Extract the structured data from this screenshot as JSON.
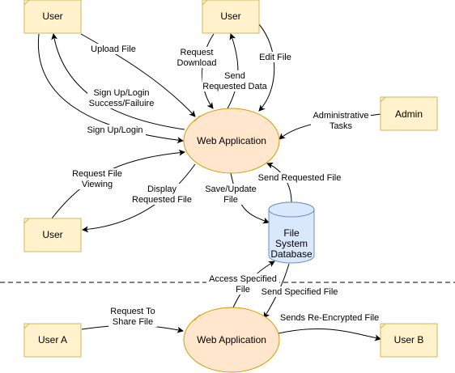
{
  "nodes": {
    "user_top_left": "User",
    "user_top_mid": "User",
    "user_bottom_left": "User",
    "admin": "Admin",
    "web_app_main": "Web Application",
    "db": [
      "File",
      "System",
      "Database"
    ],
    "user_a": "User A",
    "user_b": "User B",
    "web_app_share": "Web Application"
  },
  "edges": {
    "upload_file": [
      "Upload File"
    ],
    "signup_result": [
      "Sign Up/Login",
      "Success/Failuire"
    ],
    "signup_login": [
      "Sign Up/Login"
    ],
    "request_download": [
      "Request",
      "Download"
    ],
    "send_requested_data": [
      "Send",
      "Requested Data"
    ],
    "edit_file": [
      "Edit File"
    ],
    "admin_tasks": [
      "Administrative",
      "Tasks"
    ],
    "request_file_viewing": [
      "Request File",
      "Viewing"
    ],
    "display_requested_file": [
      "Display",
      "Requested File"
    ],
    "save_update_file": [
      "Save/Update",
      "File"
    ],
    "send_requested_file": [
      "Send Requested File"
    ],
    "access_specified_file": [
      "Access Specified",
      "File"
    ],
    "send_specified_file": [
      "Send Specified File"
    ],
    "request_to_share_file": [
      "Request To",
      "Share File"
    ],
    "sends_reencrypted_file": [
      "Sends Re-Encrypted File"
    ]
  },
  "colors": {
    "user_fill": "#fff2cc",
    "user_stroke": "#d6b656",
    "process_fill": "#ffe6cc",
    "process_stroke": "#d79b00",
    "db_fill": "#dae8fc",
    "db_stroke": "#6c8ebf"
  }
}
